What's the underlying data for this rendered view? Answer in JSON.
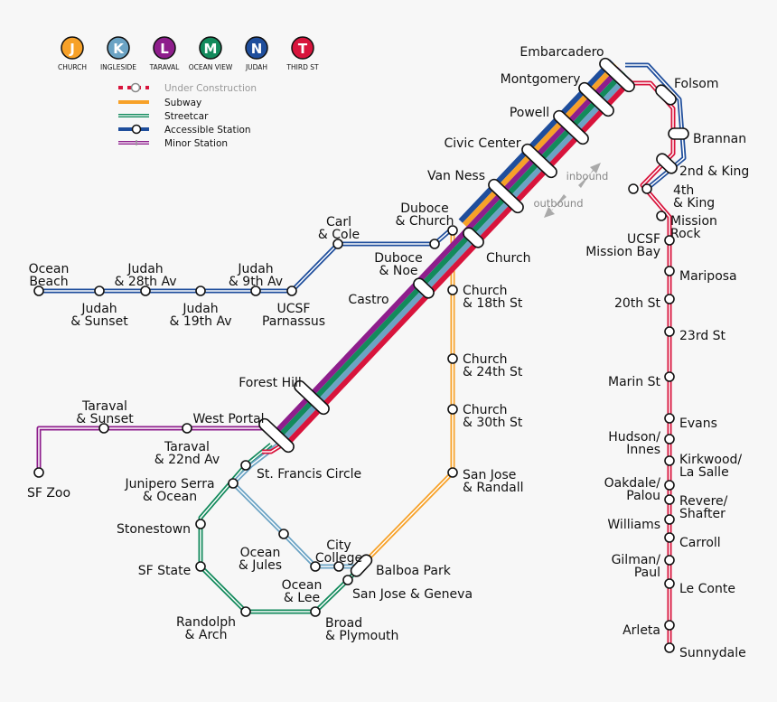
{
  "colors": {
    "N": "#1f4e9c",
    "J": "#f7a128",
    "L": "#8e1e8c",
    "M": "#138a5c",
    "K": "#6ba3c4",
    "T": "#d8143c"
  },
  "routes": [
    {
      "letter": "J",
      "name": "CHURCH"
    },
    {
      "letter": "K",
      "name": "INGLESIDE"
    },
    {
      "letter": "L",
      "name": "TARAVAL"
    },
    {
      "letter": "M",
      "name": "OCEAN VIEW"
    },
    {
      "letter": "N",
      "name": "JUDAH"
    },
    {
      "letter": "T",
      "name": "THIRD ST"
    }
  ],
  "legend": [
    "Under Construction",
    "Subway",
    "Streetcar",
    "Accessible Station",
    "Minor Station"
  ],
  "directions": {
    "inbound": "inbound",
    "outbound": "outbound"
  },
  "stations": [
    {
      "label": [
        "Embarcadero"
      ]
    },
    {
      "label": [
        "Montgomery"
      ]
    },
    {
      "label": [
        "Powell"
      ]
    },
    {
      "label": [
        "Civic Center"
      ]
    },
    {
      "label": [
        "Van Ness"
      ]
    },
    {
      "label": [
        "Duboce",
        "& Church"
      ]
    },
    {
      "label": [
        "Church"
      ]
    },
    {
      "label": [
        "Duboce",
        "& Noe"
      ]
    },
    {
      "label": [
        "Castro"
      ]
    },
    {
      "label": [
        "Church",
        "& 18th St"
      ]
    },
    {
      "label": [
        "Church",
        "& 24th St"
      ]
    },
    {
      "label": [
        "Church",
        "& 30th St"
      ]
    },
    {
      "label": [
        "San Jose",
        "& Randall"
      ]
    },
    {
      "label": [
        "Forest Hill"
      ]
    },
    {
      "label": [
        "West Portal"
      ]
    },
    {
      "label": [
        "Taraval",
        "& 22nd Av"
      ]
    },
    {
      "label": [
        "Taraval",
        "& Sunset"
      ]
    },
    {
      "label": [
        "SF Zoo"
      ]
    },
    {
      "label": [
        "St. Francis Circle"
      ]
    },
    {
      "label": [
        "Junipero Serra",
        "& Ocean"
      ]
    },
    {
      "label": [
        "Stonestown"
      ]
    },
    {
      "label": [
        "SF State"
      ]
    },
    {
      "label": [
        "Randolph",
        "& Arch"
      ]
    },
    {
      "label": [
        "Broad",
        "& Plymouth"
      ]
    },
    {
      "label": [
        "Ocean",
        "& Jules"
      ]
    },
    {
      "label": [
        "Ocean",
        "& Lee"
      ]
    },
    {
      "label": [
        "City",
        "College"
      ]
    },
    {
      "label": [
        "Balboa Park"
      ]
    },
    {
      "label": [
        "San Jose & Geneva"
      ]
    },
    {
      "label": [
        "Carl",
        "& Cole"
      ]
    },
    {
      "label": [
        "Judah",
        "& 9th Av"
      ]
    },
    {
      "label": [
        "UCSF",
        "Parnassus"
      ]
    },
    {
      "label": [
        "Judah",
        "& 28th Av"
      ]
    },
    {
      "label": [
        "Judah",
        "& 19th Av"
      ]
    },
    {
      "label": [
        "Judah",
        "& Sunset"
      ]
    },
    {
      "label": [
        "Ocean",
        "Beach"
      ]
    },
    {
      "label": [
        "Folsom"
      ]
    },
    {
      "label": [
        "Brannan"
      ]
    },
    {
      "label": [
        "2nd & King"
      ]
    },
    {
      "label": [
        "4th",
        "& King"
      ]
    },
    {
      "label": [
        "Mission",
        "Rock"
      ]
    },
    {
      "label": [
        "UCSF",
        "Mission Bay"
      ]
    },
    {
      "label": [
        "Mariposa"
      ]
    },
    {
      "label": [
        "20th St"
      ]
    },
    {
      "label": [
        "23rd St"
      ]
    },
    {
      "label": [
        "Marin St"
      ]
    },
    {
      "label": [
        "Evans"
      ]
    },
    {
      "label": [
        "Hudson/",
        "Innes"
      ]
    },
    {
      "label": [
        "Kirkwood/",
        "La Salle"
      ]
    },
    {
      "label": [
        "Oakdale/",
        "Palou"
      ]
    },
    {
      "label": [
        "Revere/",
        "Shafter"
      ]
    },
    {
      "label": [
        "Williams"
      ]
    },
    {
      "label": [
        "Carroll"
      ]
    },
    {
      "label": [
        "Gilman/",
        "Paul"
      ]
    },
    {
      "label": [
        "Le Conte"
      ]
    },
    {
      "label": [
        "Arleta"
      ]
    },
    {
      "label": [
        "Sunnydale"
      ]
    }
  ]
}
